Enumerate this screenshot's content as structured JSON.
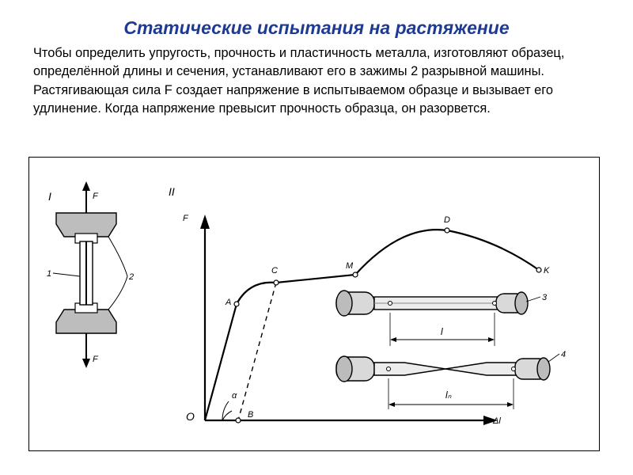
{
  "slide": {
    "title": "Статические испытания на растяжение",
    "text": "Чтобы определить упругость, прочность и пластичность металла, изготовляют образец, определённой длины и сечения, устанавливают его в зажимы 2 разрывной машины. Растягивающая сила F создает напряжение в испытываемом образце и вызывает его удлинение. Когда напряжение превысит прочность образца, он разорвется."
  },
  "figure": {
    "panel_1": {
      "roman": "I",
      "force_top": "F",
      "force_bottom": "F",
      "label_specimen": "1",
      "label_grips": "2"
    },
    "panel_2": {
      "roman": "II",
      "axis_y": "F",
      "axis_x": "Δl",
      "origin": "O",
      "angle": "α",
      "points": {
        "A": "A",
        "B": "B",
        "C": "C",
        "M": "M",
        "D": "D",
        "K": "K"
      },
      "specimen_3_label": "3",
      "specimen_3_length": "l",
      "specimen_4_label": "4",
      "specimen_4_length": "lₙ"
    }
  }
}
